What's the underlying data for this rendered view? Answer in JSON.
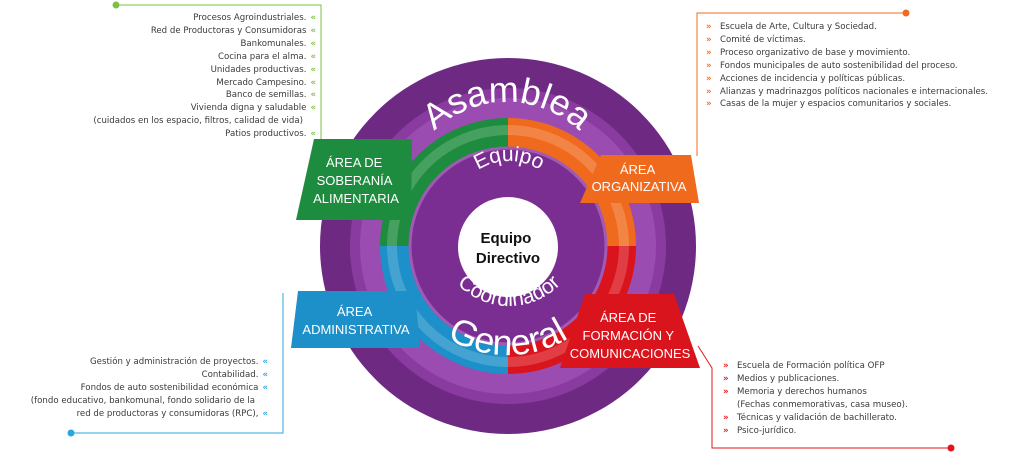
{
  "ring": {
    "outer_top": "Asamblea",
    "outer_bottom": "General",
    "inner_top": "Equipo",
    "inner_bottom": "Coordinador",
    "center": [
      "Equipo",
      "Directivo"
    ]
  },
  "areas": {
    "soberania": {
      "lines": [
        "ÁREA DE",
        "SOBERANÍA",
        "ALIMENTARIA"
      ],
      "color": "#1e8c3e"
    },
    "organizativa": {
      "lines": [
        "ÁREA",
        "ORGANIZATIVA"
      ],
      "color": "#f06a1e"
    },
    "administrativa": {
      "lines": [
        "ÁREA",
        "ADMINISTRATIVA"
      ],
      "color": "#1d8fc9"
    },
    "formacion": {
      "lines": [
        "ÁREA DE",
        "FORMACIÓN Y",
        "COMUNICACIONES"
      ],
      "color": "#d9141c"
    }
  },
  "colors": {
    "purple_outer": "#6e2a82",
    "purple_inner": "#7b2e92",
    "purple_light": "#a05ab4"
  },
  "lists": {
    "soberania": {
      "marker": "«",
      "items": [
        "Procesos Agroindustriales.",
        "Red de Productoras y Consumidoras",
        "Bankomunales.",
        "Cocina para el alma.",
        "Unidades productivas.",
        "Mercado Campesino.",
        "Banco de semillas.",
        "Vivienda digna y saludable",
        "(cuidados en los espacio, filtros, calidad de vida)",
        "Patios productivos."
      ]
    },
    "organizativa": {
      "marker": "»",
      "items": [
        "Escuela de Arte, Cultura y Sociedad.",
        "Comité de víctimas.",
        "Proceso organizativo de base y movimiento.",
        "Fondos municipales de auto sostenibilidad del proceso.",
        "Acciones de incidencia y políticas públicas.",
        "Alianzas y madrinazgos políticos nacionales e internacionales.",
        "Casas de la mujer y espacios comunitarios y sociales."
      ]
    },
    "administrativa": {
      "marker": "«",
      "items": [
        "Gestión y administración de proyectos.",
        "Contabilidad.",
        "Fondos de auto sostenibilidad económica",
        "(fondo educativo, bankomunal, fondo solidario de la",
        "red de productoras y consumidoras (RPC),"
      ]
    },
    "formacion": {
      "marker": "»",
      "items": [
        "Escuela de Formación política OFP",
        "Medios y publicaciones.",
        "Memoria y derechos humanos",
        "(Fechas conmemorativas, casa museo).",
        "Técnicas y validación de bachillerato.",
        "Psico-jurídico."
      ]
    }
  }
}
